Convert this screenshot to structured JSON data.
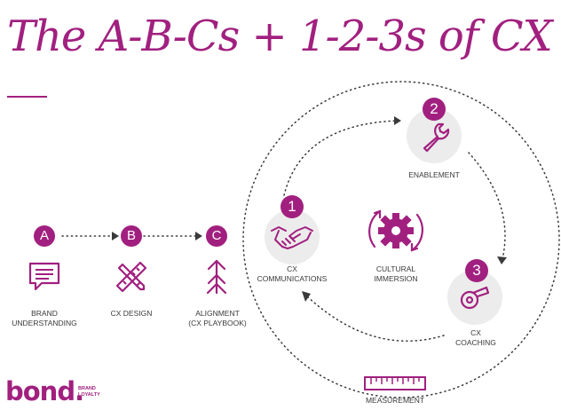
{
  "title": "The A-B-Cs + 1-2-3s of CX",
  "colors": {
    "accent": "#a1207f",
    "halo": "#ececec",
    "text": "#3a3a3a",
    "dots": "#3a3a3a"
  },
  "abc": [
    {
      "badge": "A",
      "line1": "BRAND",
      "line2": "UNDERSTANDING",
      "icon": "speech-bubble-icon"
    },
    {
      "badge": "B",
      "line1": "CX DESIGN",
      "line2": "",
      "icon": "pencil-ruler-icon"
    },
    {
      "badge": "C",
      "line1": "ALIGNMENT",
      "line2": "(CX PLAYBOOK)",
      "icon": "arrows-up-icon"
    }
  ],
  "steps": [
    {
      "badge": "1",
      "line1": "CX",
      "line2": "COMMUNICATIONS",
      "icon": "handshake-icon"
    },
    {
      "badge": "2",
      "line1": "ENABLEMENT",
      "line2": "",
      "icon": "wrench-icon"
    },
    {
      "badge": "3",
      "line1": "CX",
      "line2": "COACHING",
      "icon": "whistle-icon"
    }
  ],
  "center": {
    "line1": "CULTURAL",
    "line2": "IMMERSION",
    "icon": "gear-cycle-icon"
  },
  "measurement": {
    "label": "MEASUREMENT",
    "icon": "ruler-icon"
  },
  "brand": {
    "wordmark": "bond.",
    "tag_line1": "BRAND",
    "tag_line2": "LOYALTY"
  }
}
